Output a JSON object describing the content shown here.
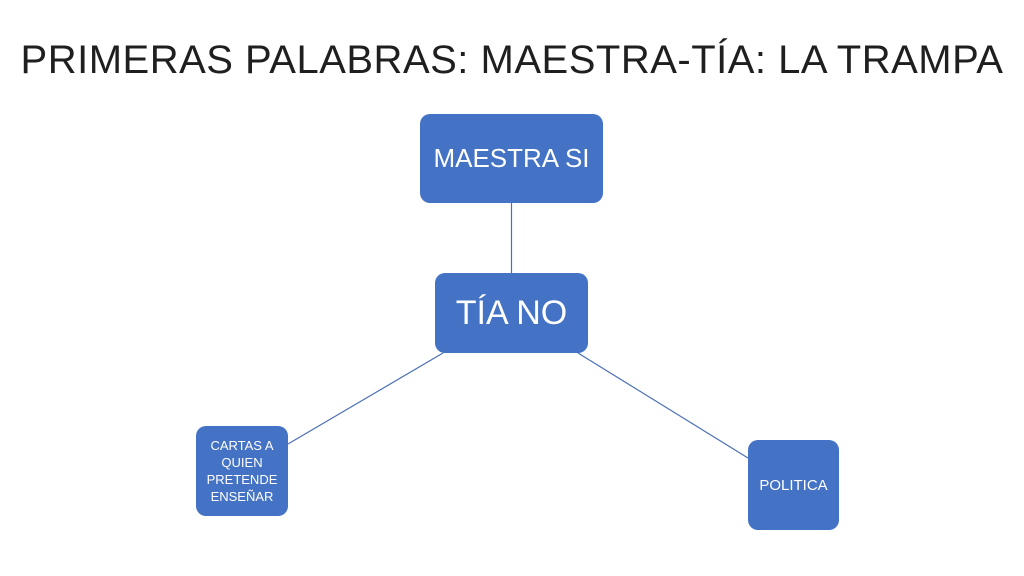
{
  "title": "PRIMERAS PALABRAS: MAESTRA-TÍA: LA TRAMPA",
  "diagram": {
    "nodes": {
      "top": {
        "label": "MAESTRA SI"
      },
      "center": {
        "label": "TÍA NO"
      },
      "left": {
        "label": "CARTAS A QUIEN PRETENDE ENSEÑAR"
      },
      "right": {
        "label": "POLITICA"
      }
    },
    "edges": [
      {
        "from": "top",
        "to": "center"
      },
      {
        "from": "center",
        "to": "left"
      },
      {
        "from": "center",
        "to": "right"
      }
    ],
    "colors": {
      "node_fill": "#4472c4",
      "node_text": "#ffffff",
      "edge": "#4a6fb5"
    }
  }
}
